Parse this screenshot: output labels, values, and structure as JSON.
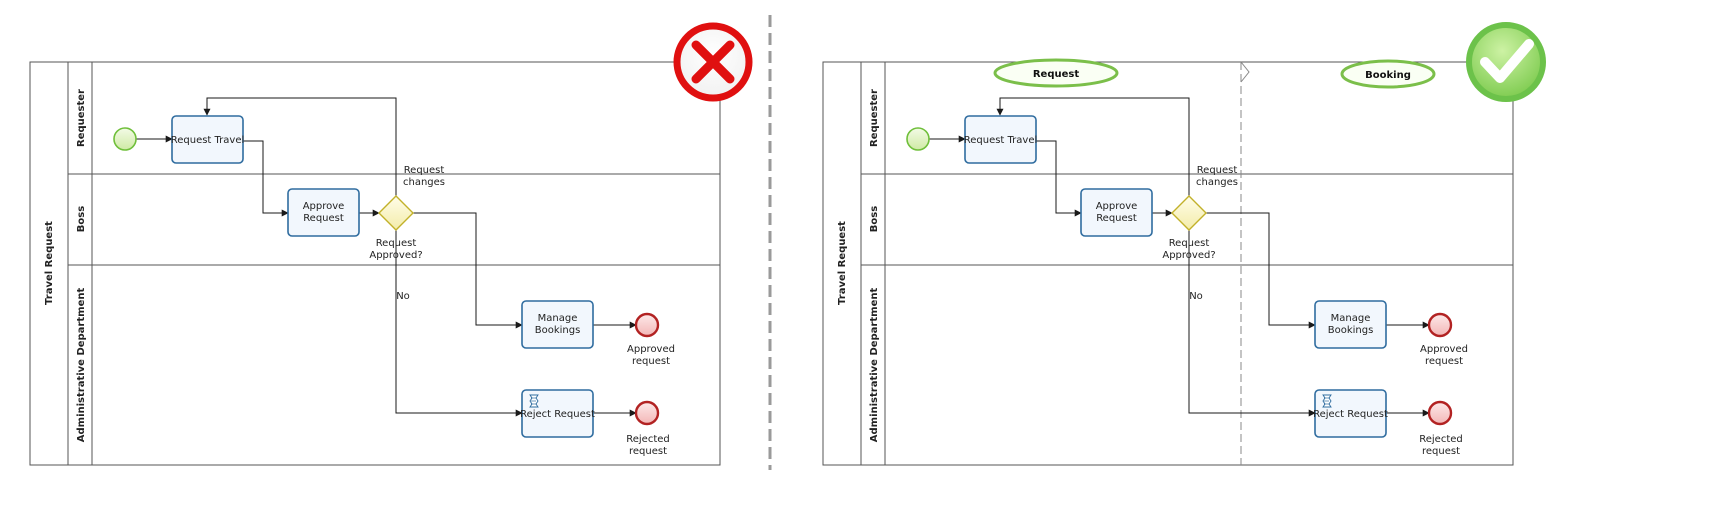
{
  "diagrams": {
    "left": {
      "pool_label": "Travel Request",
      "lanes": [
        "Requester",
        "Boss",
        "Administrative Department"
      ],
      "tasks": {
        "request_travel": "Request Travel",
        "approve_request": [
          "Approve",
          "Request"
        ],
        "manage_bookings": [
          "Manage",
          "Bookings"
        ],
        "reject_request": "Reject Request"
      },
      "labels": {
        "request_changes": [
          "Request",
          "changes"
        ],
        "gateway": [
          "Request",
          "Approved?"
        ],
        "no": "No",
        "approved_end": [
          "Approved",
          "request"
        ],
        "rejected_end": [
          "Rejected",
          "request"
        ]
      },
      "verdict_icon": "red-cross-icon"
    },
    "right": {
      "pool_label": "Travel Request",
      "lanes": [
        "Requester",
        "Boss",
        "Administrative Department"
      ],
      "phases": [
        "Request",
        "Booking"
      ],
      "tasks": {
        "request_travel": "Request Travel",
        "approve_request": [
          "Approve",
          "Request"
        ],
        "manage_bookings": [
          "Manage",
          "Bookings"
        ],
        "reject_request": "Reject Request"
      },
      "labels": {
        "request_changes": [
          "Request",
          "changes"
        ],
        "gateway": [
          "Request",
          "Approved?"
        ],
        "no": "No",
        "approved_end": [
          "Approved",
          "request"
        ],
        "rejected_end": [
          "Rejected",
          "request"
        ]
      },
      "verdict_icon": "green-check-icon"
    }
  },
  "colors": {
    "start_event": "#6fbf3a",
    "end_event": "#b22222",
    "gateway": "#d4c43a",
    "task_border": "#2f6c9f",
    "cross": "#e01010",
    "check": "#6cc24a",
    "phase_ellipse": "#7bbf4a"
  }
}
